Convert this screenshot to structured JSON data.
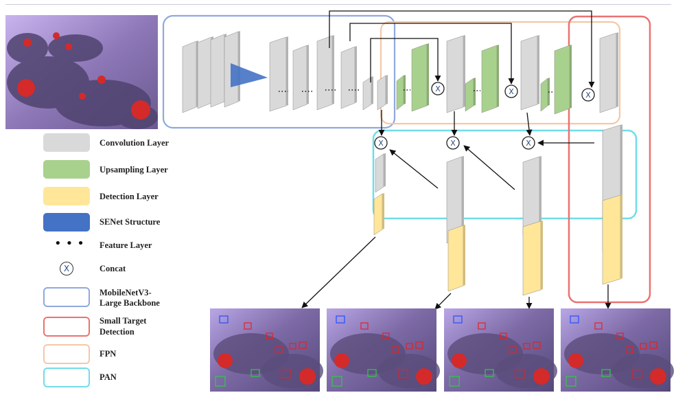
{
  "legend": {
    "conv": "Convolution Layer",
    "upsample": "Upsampling Layer",
    "detect": "Detection Layer",
    "senet": "SENet Structure",
    "feature": "Feature Layer",
    "concat": "Concat",
    "backbone_line1": "MobileNetV3-",
    "backbone_line2": "Large Backbone",
    "small_line1": "Small Target",
    "small_line2": "Detection",
    "fpn": "FPN",
    "pan": "PAN"
  },
  "concat_symbol": "X",
  "colors": {
    "conv": "#d9d9d9",
    "upsample": "#a9d18e",
    "detect": "#ffe699",
    "senet": "#4472c4",
    "backbone_box": "#8fa9dc",
    "small_box": "#ea7270",
    "fpn_box": "#f4c7a6",
    "pan_box": "#6fdde8",
    "photo_bg": "#b49ad8",
    "leaf": "#5a4c7a",
    "tomato": "#d42a2a",
    "det_box_red": "#e82020",
    "det_box_green": "#2ecc40",
    "det_box_blue": "#2050ff"
  }
}
